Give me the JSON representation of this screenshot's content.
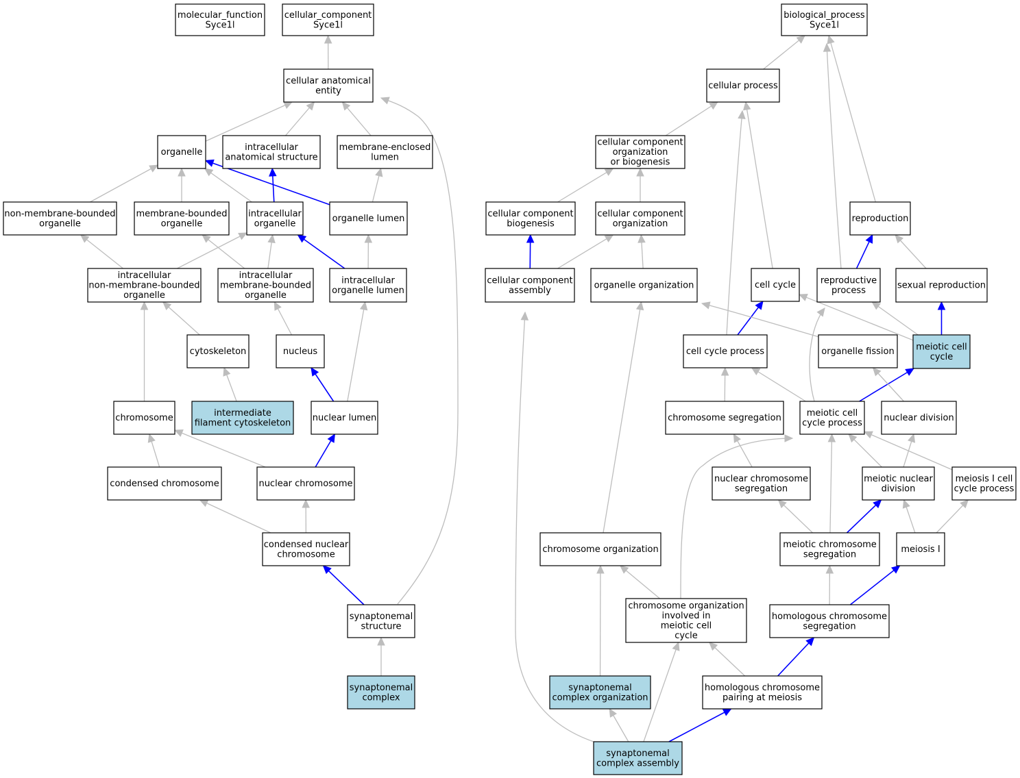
{
  "colors": {
    "edge_gray": "#bdbdbd",
    "edge_blue": "#0000ff",
    "node_highlight": "#add8e6",
    "node_default": "#ffffff"
  },
  "nodes": [
    {
      "id": "mf_root",
      "lines": [
        "molecular_function",
        "Syce1l"
      ],
      "highlight": false
    },
    {
      "id": "cc_root",
      "lines": [
        "cellular_component",
        "Syce1l"
      ],
      "highlight": false
    },
    {
      "id": "bp_root",
      "lines": [
        "biological_process",
        "Syce1l"
      ],
      "highlight": false
    },
    {
      "id": "cae",
      "lines": [
        "cellular anatomical",
        "entity"
      ],
      "highlight": false
    },
    {
      "id": "organelle",
      "lines": [
        "organelle"
      ],
      "highlight": false
    },
    {
      "id": "ias",
      "lines": [
        "intracellular",
        "anatomical structure"
      ],
      "highlight": false
    },
    {
      "id": "mel",
      "lines": [
        "membrane-enclosed",
        "lumen"
      ],
      "highlight": false
    },
    {
      "id": "nmbo",
      "lines": [
        "non-membrane-bounded",
        "organelle"
      ],
      "highlight": false
    },
    {
      "id": "mbo",
      "lines": [
        "membrane-bounded",
        "organelle"
      ],
      "highlight": false
    },
    {
      "id": "io",
      "lines": [
        "intracellular",
        "organelle"
      ],
      "highlight": false
    },
    {
      "id": "ol",
      "lines": [
        "organelle lumen"
      ],
      "highlight": false
    },
    {
      "id": "inmbo",
      "lines": [
        "intracellular",
        "non-membrane-bounded",
        "organelle"
      ],
      "highlight": false
    },
    {
      "id": "imbo",
      "lines": [
        "intracellular",
        "membrane-bounded",
        "organelle"
      ],
      "highlight": false
    },
    {
      "id": "iol",
      "lines": [
        "intracellular",
        "organelle lumen"
      ],
      "highlight": false
    },
    {
      "id": "cytoskeleton",
      "lines": [
        "cytoskeleton"
      ],
      "highlight": false
    },
    {
      "id": "nucleus",
      "lines": [
        "nucleus"
      ],
      "highlight": false
    },
    {
      "id": "chromosome",
      "lines": [
        "chromosome"
      ],
      "highlight": false
    },
    {
      "id": "ifc",
      "lines": [
        "intermediate",
        "filament cytoskeleton"
      ],
      "highlight": true
    },
    {
      "id": "nl",
      "lines": [
        "nuclear lumen"
      ],
      "highlight": false
    },
    {
      "id": "cchrom",
      "lines": [
        "condensed chromosome"
      ],
      "highlight": false
    },
    {
      "id": "nchrom",
      "lines": [
        "nuclear chromosome"
      ],
      "highlight": false
    },
    {
      "id": "cnc",
      "lines": [
        "condensed nuclear",
        "chromosome"
      ],
      "highlight": false
    },
    {
      "id": "ss",
      "lines": [
        "synaptonemal",
        "structure"
      ],
      "highlight": false
    },
    {
      "id": "sc",
      "lines": [
        "synaptonemal",
        "complex"
      ],
      "highlight": true
    },
    {
      "id": "cp",
      "lines": [
        "cellular process"
      ],
      "highlight": false
    },
    {
      "id": "ccob",
      "lines": [
        "cellular component",
        "organization",
        "or biogenesis"
      ],
      "highlight": false
    },
    {
      "id": "ccb",
      "lines": [
        "cellular component",
        "biogenesis"
      ],
      "highlight": false
    },
    {
      "id": "cco",
      "lines": [
        "cellular component",
        "organization"
      ],
      "highlight": false
    },
    {
      "id": "repro",
      "lines": [
        "reproduction"
      ],
      "highlight": false
    },
    {
      "id": "cca",
      "lines": [
        "cellular component",
        "assembly"
      ],
      "highlight": false
    },
    {
      "id": "oo",
      "lines": [
        "organelle organization"
      ],
      "highlight": false
    },
    {
      "id": "cc",
      "lines": [
        "cell cycle"
      ],
      "highlight": false
    },
    {
      "id": "rp",
      "lines": [
        "reproductive",
        "process"
      ],
      "highlight": false
    },
    {
      "id": "sr",
      "lines": [
        "sexual reproduction"
      ],
      "highlight": false
    },
    {
      "id": "ccp",
      "lines": [
        "cell cycle process"
      ],
      "highlight": false
    },
    {
      "id": "of",
      "lines": [
        "organelle fission"
      ],
      "highlight": false
    },
    {
      "id": "mcc",
      "lines": [
        "meiotic cell",
        "cycle"
      ],
      "highlight": true
    },
    {
      "id": "cs",
      "lines": [
        "chromosome segregation"
      ],
      "highlight": false
    },
    {
      "id": "mccp",
      "lines": [
        "meiotic cell",
        "cycle process"
      ],
      "highlight": false
    },
    {
      "id": "nd",
      "lines": [
        "nuclear division"
      ],
      "highlight": false
    },
    {
      "id": "ncs",
      "lines": [
        "nuclear chromosome",
        "segregation"
      ],
      "highlight": false
    },
    {
      "id": "mnd",
      "lines": [
        "meiotic nuclear",
        "division"
      ],
      "highlight": false
    },
    {
      "id": "m1ccp",
      "lines": [
        "meiosis I cell",
        "cycle process"
      ],
      "highlight": false
    },
    {
      "id": "corg",
      "lines": [
        "chromosome organization"
      ],
      "highlight": false
    },
    {
      "id": "mcs",
      "lines": [
        "meiotic chromosome",
        "segregation"
      ],
      "highlight": false
    },
    {
      "id": "m1",
      "lines": [
        "meiosis I"
      ],
      "highlight": false
    },
    {
      "id": "coimc",
      "lines": [
        "chromosome organization",
        "involved in",
        "meiotic cell",
        "cycle"
      ],
      "highlight": false
    },
    {
      "id": "hcs",
      "lines": [
        "homologous chromosome",
        "segregation"
      ],
      "highlight": false
    },
    {
      "id": "sco",
      "lines": [
        "synaptonemal",
        "complex organization"
      ],
      "highlight": true
    },
    {
      "id": "hcpm",
      "lines": [
        "homologous chromosome",
        "pairing at meiosis"
      ],
      "highlight": false
    },
    {
      "id": "sca",
      "lines": [
        "synaptonemal",
        "complex assembly"
      ],
      "highlight": true
    }
  ],
  "edges": [
    {
      "from": "cae",
      "to": "cc_root",
      "color": "gray"
    },
    {
      "from": "organelle",
      "to": "cae",
      "color": "gray"
    },
    {
      "from": "ias",
      "to": "cae",
      "color": "gray"
    },
    {
      "from": "mel",
      "to": "cae",
      "color": "gray"
    },
    {
      "from": "ss",
      "to": "cae",
      "color": "gray"
    },
    {
      "from": "nmbo",
      "to": "organelle",
      "color": "gray"
    },
    {
      "from": "mbo",
      "to": "organelle",
      "color": "gray"
    },
    {
      "from": "io",
      "to": "organelle",
      "color": "gray"
    },
    {
      "from": "ol",
      "to": "organelle",
      "color": "blue"
    },
    {
      "from": "io",
      "to": "ias",
      "color": "blue"
    },
    {
      "from": "ol",
      "to": "mel",
      "color": "gray"
    },
    {
      "from": "inmbo",
      "to": "nmbo",
      "color": "gray"
    },
    {
      "from": "inmbo",
      "to": "io",
      "color": "gray"
    },
    {
      "from": "imbo",
      "to": "mbo",
      "color": "gray"
    },
    {
      "from": "imbo",
      "to": "io",
      "color": "gray"
    },
    {
      "from": "iol",
      "to": "io",
      "color": "blue"
    },
    {
      "from": "iol",
      "to": "ol",
      "color": "gray"
    },
    {
      "from": "cytoskeleton",
      "to": "inmbo",
      "color": "gray"
    },
    {
      "from": "chromosome",
      "to": "inmbo",
      "color": "gray"
    },
    {
      "from": "nucleus",
      "to": "imbo",
      "color": "gray"
    },
    {
      "from": "ifc",
      "to": "cytoskeleton",
      "color": "gray"
    },
    {
      "from": "nl",
      "to": "nucleus",
      "color": "blue"
    },
    {
      "from": "nl",
      "to": "iol",
      "color": "gray"
    },
    {
      "from": "cchrom",
      "to": "chromosome",
      "color": "gray"
    },
    {
      "from": "nchrom",
      "to": "chromosome",
      "color": "gray"
    },
    {
      "from": "nchrom",
      "to": "nl",
      "color": "blue"
    },
    {
      "from": "cnc",
      "to": "cchrom",
      "color": "gray"
    },
    {
      "from": "cnc",
      "to": "nchrom",
      "color": "gray"
    },
    {
      "from": "ss",
      "to": "cnc",
      "color": "blue"
    },
    {
      "from": "sc",
      "to": "ss",
      "color": "gray"
    },
    {
      "from": "cp",
      "to": "bp_root",
      "color": "gray"
    },
    {
      "from": "repro",
      "to": "bp_root",
      "color": "gray"
    },
    {
      "from": "rp",
      "to": "bp_root",
      "color": "gray"
    },
    {
      "from": "ccob",
      "to": "cp",
      "color": "gray"
    },
    {
      "from": "ccp",
      "to": "cp",
      "color": "gray"
    },
    {
      "from": "cc",
      "to": "cp",
      "color": "gray"
    },
    {
      "from": "ccb",
      "to": "ccob",
      "color": "gray"
    },
    {
      "from": "cco",
      "to": "ccob",
      "color": "gray"
    },
    {
      "from": "cca",
      "to": "ccb",
      "color": "blue"
    },
    {
      "from": "cca",
      "to": "cco",
      "color": "gray"
    },
    {
      "from": "oo",
      "to": "cco",
      "color": "gray"
    },
    {
      "from": "rp",
      "to": "repro",
      "color": "blue"
    },
    {
      "from": "sr",
      "to": "repro",
      "color": "gray"
    },
    {
      "from": "ccp",
      "to": "cc",
      "color": "blue"
    },
    {
      "from": "mcc",
      "to": "cc",
      "color": "gray"
    },
    {
      "from": "mcc",
      "to": "rp",
      "color": "gray"
    },
    {
      "from": "mcc",
      "to": "sr",
      "color": "blue"
    },
    {
      "from": "of",
      "to": "oo",
      "color": "gray"
    },
    {
      "from": "mccp",
      "to": "rp",
      "color": "gray"
    },
    {
      "from": "mccp",
      "to": "ccp",
      "color": "gray"
    },
    {
      "from": "mccp",
      "to": "mcc",
      "color": "blue"
    },
    {
      "from": "cs",
      "to": "ccp",
      "color": "gray"
    },
    {
      "from": "nd",
      "to": "of",
      "color": "gray"
    },
    {
      "from": "ncs",
      "to": "cs",
      "color": "gray"
    },
    {
      "from": "mnd",
      "to": "mccp",
      "color": "gray"
    },
    {
      "from": "mnd",
      "to": "nd",
      "color": "gray"
    },
    {
      "from": "m1ccp",
      "to": "mccp",
      "color": "gray"
    },
    {
      "from": "mcs",
      "to": "mccp",
      "color": "gray"
    },
    {
      "from": "mcs",
      "to": "ncs",
      "color": "gray"
    },
    {
      "from": "mcs",
      "to": "mnd",
      "color": "blue"
    },
    {
      "from": "m1",
      "to": "mnd",
      "color": "gray"
    },
    {
      "from": "m1",
      "to": "m1ccp",
      "color": "gray"
    },
    {
      "from": "corg",
      "to": "oo",
      "color": "gray"
    },
    {
      "from": "coimc",
      "to": "mccp",
      "color": "gray"
    },
    {
      "from": "coimc",
      "to": "corg",
      "color": "gray"
    },
    {
      "from": "hcs",
      "to": "mcs",
      "color": "gray"
    },
    {
      "from": "hcs",
      "to": "m1",
      "color": "blue"
    },
    {
      "from": "hcpm",
      "to": "coimc",
      "color": "gray"
    },
    {
      "from": "hcpm",
      "to": "hcs",
      "color": "blue"
    },
    {
      "from": "sco",
      "to": "corg",
      "color": "gray"
    },
    {
      "from": "sca",
      "to": "sco",
      "color": "gray"
    },
    {
      "from": "sca",
      "to": "coimc",
      "color": "gray"
    },
    {
      "from": "sca",
      "to": "hcpm",
      "color": "blue"
    },
    {
      "from": "sca",
      "to": "cca",
      "color": "gray"
    }
  ]
}
